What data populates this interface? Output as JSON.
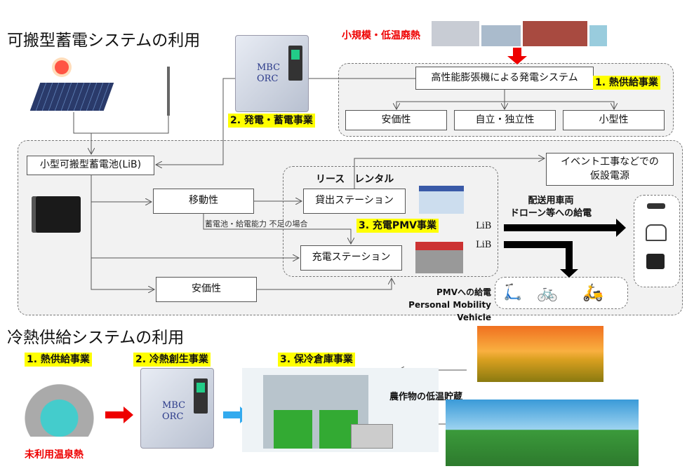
{
  "section1": {
    "title": "可搬型蓄電システムの利用"
  },
  "section2": {
    "title": "冷熱供給システムの利用"
  },
  "heat_source": {
    "label": "小規模・低温廃熱"
  },
  "device": {
    "label_line1": "MBC",
    "label_line2": "ORC"
  },
  "business": {
    "power_storage": "2. 発電・蓄電事業",
    "heat_supply": "1. 熱供給事業",
    "charging_pmv": "3. 充電PMV事業",
    "cold_heat_supply": "1. 熱供給事業",
    "cold_creation": "2. 冷熱創生事業",
    "cold_storage": "3. 保冷倉庫事業"
  },
  "generation": {
    "main": "高性能膨張機による発電システム",
    "features": [
      "安価性",
      "自立・独立性",
      "小型性"
    ]
  },
  "lib": {
    "label": "小型可搬型蓄電池(LiB)",
    "mobility": "移動性",
    "cheap": "安価性",
    "lease": "リース　レンタル",
    "rental_station": "貸出ステーション",
    "charge_station": "充電ステーション",
    "shortage_note": "蓄電池・給電能力 不足の場合",
    "lib_tag1": "LiB",
    "lib_tag2": "LiB"
  },
  "event": {
    "line1": "イベント工事などでの",
    "line2": "仮設電源"
  },
  "delivery": {
    "line1": "配送用車両",
    "line2": "ドローン等への給電"
  },
  "pmv": {
    "line1": "PMVへの給電",
    "line2": "Personal Mobility Vehicle"
  },
  "cold": {
    "unused_heat": "未利用温泉熱",
    "crop_storage": "農作物の低温貯蔵"
  },
  "colors": {
    "highlight": "#ffff00",
    "red": "#ee0000",
    "arrow_cyan": "#33aaee",
    "panel_bg": "#f2f2f2"
  }
}
